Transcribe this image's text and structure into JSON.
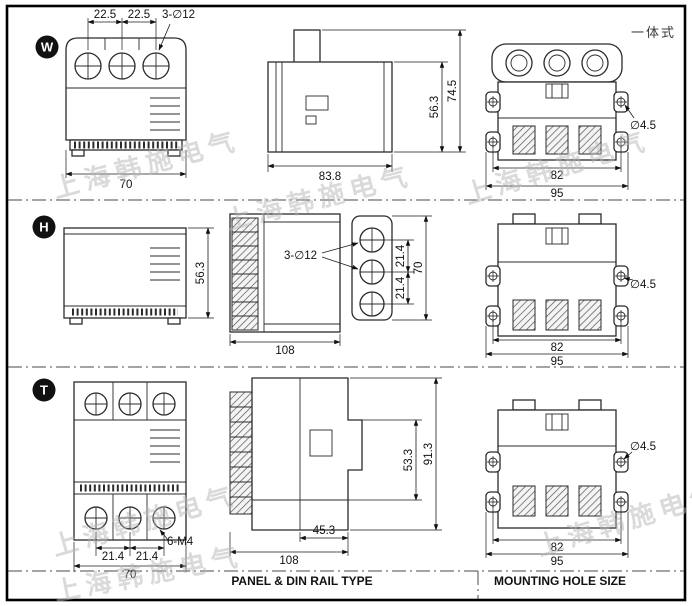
{
  "watermark": {
    "text": "上海韩施电气",
    "color": "#b5b5b5"
  },
  "badges": {
    "w": "W",
    "h": "H",
    "t": "T"
  },
  "labels": {
    "integrated_type": "一体式",
    "panel_din": "PANEL & DIN RAIL TYPE",
    "mounting_hole": "MOUNTING HOLE SIZE"
  },
  "dims": {
    "w": {
      "pitch_a": "22.5",
      "pitch_b": "22.5",
      "holes": "3-∅12",
      "front_width": "70",
      "side_width": "83.8",
      "side_height_body": "56.3",
      "side_height_total": "74.5",
      "mount_hole": "∅4.5",
      "mount_width_inner": "82",
      "mount_width_outer": "95"
    },
    "h": {
      "front_height": "56.3",
      "holes": "3-∅12",
      "pitch_a": "21.4",
      "pitch_b": "21.4",
      "hole_span": "70",
      "body_width": "108",
      "mount_hole": "∅4.5",
      "mount_width_inner": "82",
      "mount_width_outer": "95"
    },
    "t": {
      "pitch_a": "21.4",
      "pitch_b": "21.4",
      "screws": "6-M4",
      "front_width": "70",
      "body_width": "108",
      "rail_depth": "45.3",
      "side_height_body": "53.3",
      "side_height_total": "91.3",
      "mount_hole": "∅4.5",
      "mount_width_inner": "82",
      "mount_width_outer": "95"
    }
  }
}
